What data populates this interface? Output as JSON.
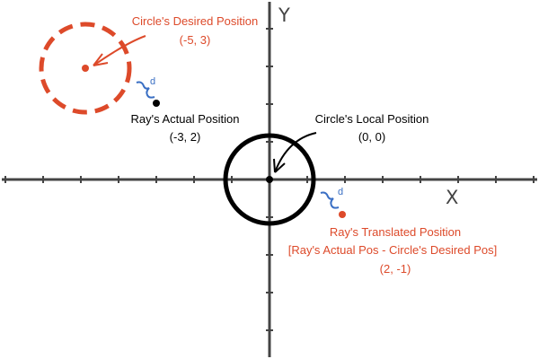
{
  "axes": {
    "x_label": "X",
    "y_label": "Y"
  },
  "desired": {
    "title": "Circle's Desired Position",
    "coords": "(-5, 3)"
  },
  "actual": {
    "title": "Ray's Actual Position",
    "coords": "(-3, 2)"
  },
  "local": {
    "title": "Circle's Local Position",
    "coords": "(0, 0)"
  },
  "translated": {
    "title": "Ray's Translated Position",
    "formula": "[Ray's Actual Pos - Circle's Desired Pos]",
    "coords": "(2, -1)"
  },
  "distance_label": "d",
  "colors": {
    "axis": "#444444",
    "text": "#000000",
    "accent_red": "#dd4a2a",
    "accent_blue": "#3a6fc4",
    "circle_black": "#000000"
  }
}
